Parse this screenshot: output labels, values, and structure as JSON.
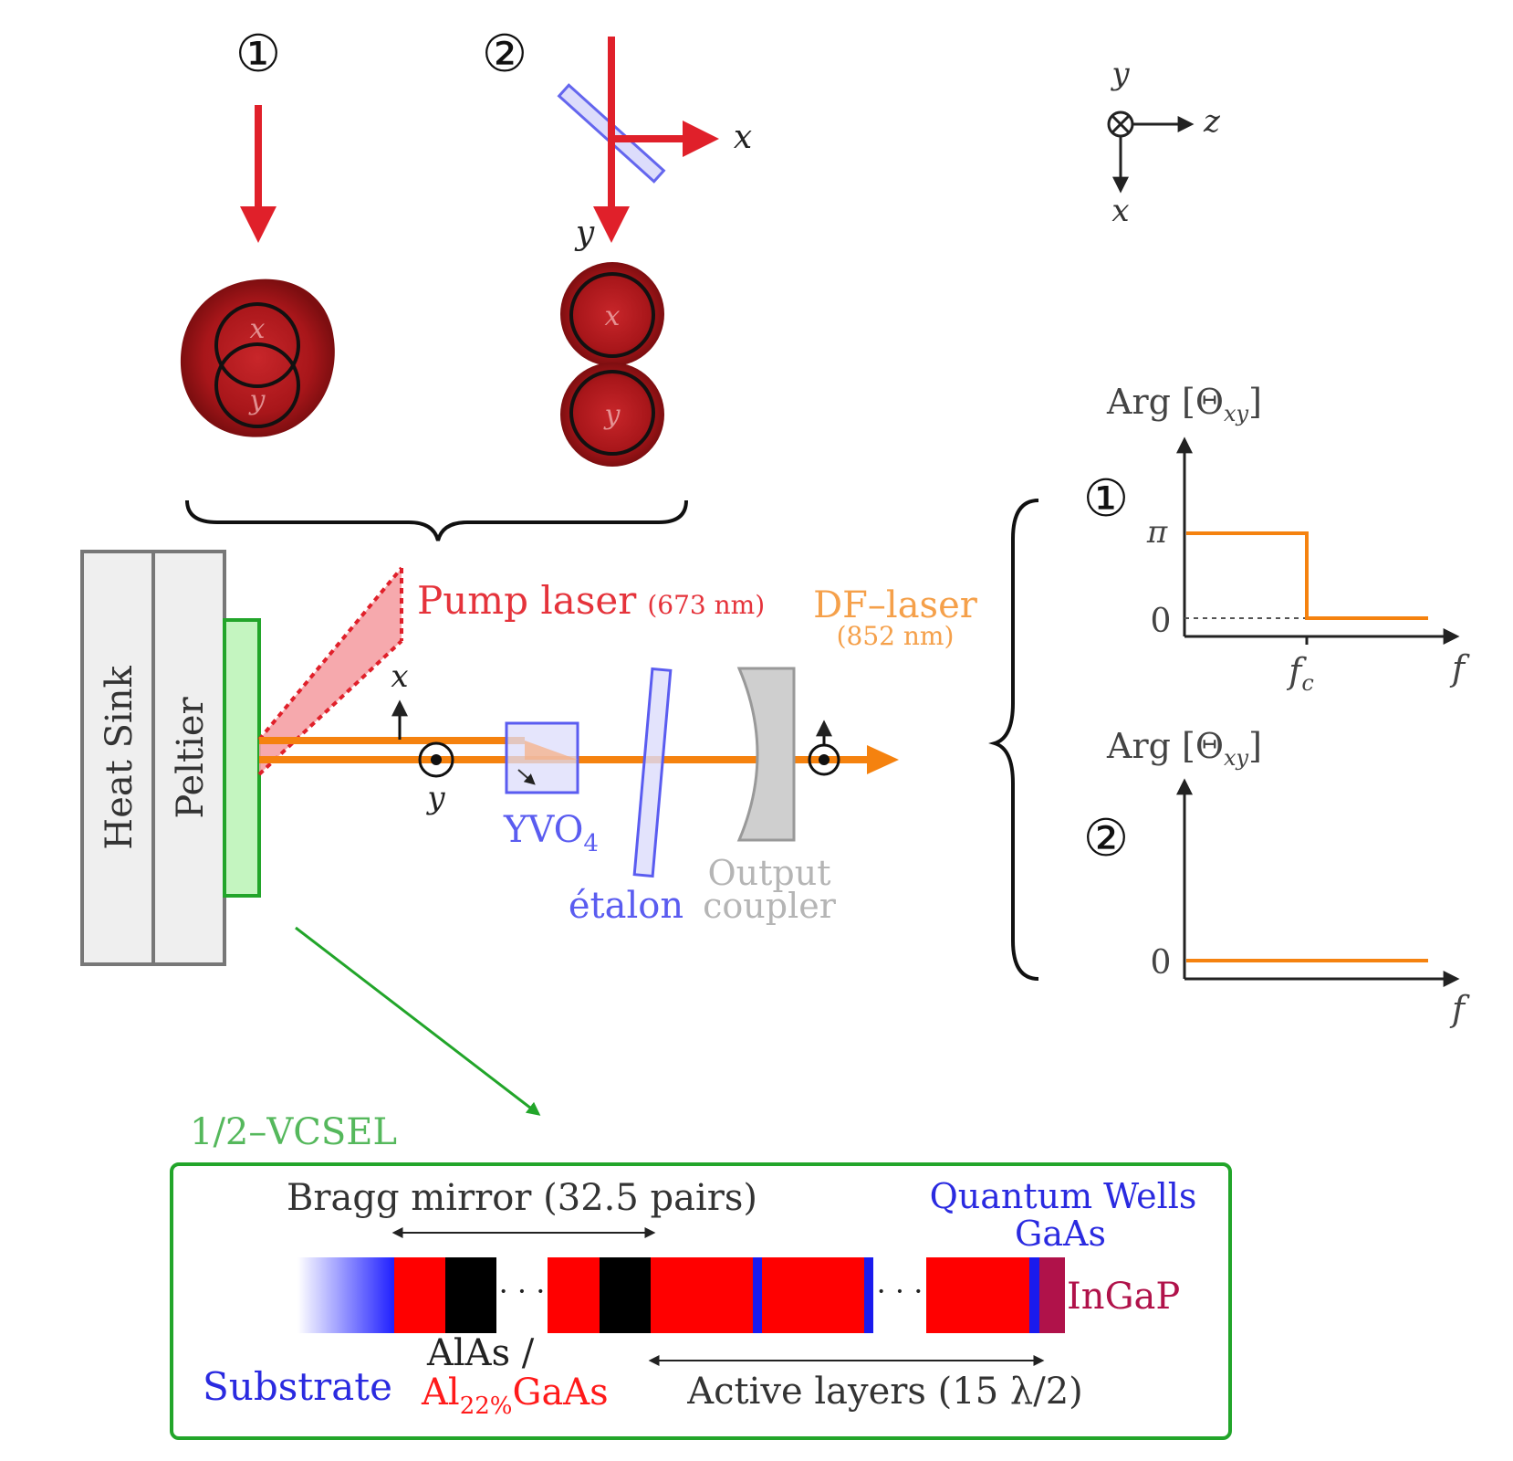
{
  "markers": {
    "circled_1": "①",
    "circled_2": "②"
  },
  "axes_triad": {
    "y": "y",
    "z": "z",
    "x": "x"
  },
  "beam_labels": {
    "setup2_x": "x",
    "setup2_y": "y",
    "spot_x": "x",
    "spot_y": "y"
  },
  "components": {
    "heat_sink": "Heat Sink",
    "peltier": "Peltier",
    "pump_laser": "Pump laser",
    "pump_wavelength": "(673 nm)",
    "df_laser": "DF–laser",
    "df_wavelength": "(852 nm)",
    "yvo4": "YVO",
    "yvo4_sub": "4",
    "etalon": "étalon",
    "output_coupler_line1": "Output",
    "output_coupler_line2": "coupler",
    "cavity_x": "x",
    "cavity_y": "y"
  },
  "phase_plots": {
    "plot1": {
      "ylabel_main": "Arg [Θ",
      "ylabel_sub": "xy",
      "ylabel_close": "]",
      "tick_pi": "π",
      "tick_zero": "0",
      "xtick_fc": "f",
      "xtick_fc_sub": "c",
      "xlabel": "f"
    },
    "plot2": {
      "ylabel_main": "Arg [Θ",
      "ylabel_sub": "xy",
      "ylabel_close": "]",
      "tick_zero": "0",
      "xlabel": "f"
    }
  },
  "vcsel": {
    "title": "1/2–VCSEL",
    "bragg": "Bragg mirror (32.5 pairs)",
    "qw_line1": "Quantum Wells",
    "qw_line2": "GaAs",
    "ingap": "InGaP",
    "substrate": "Substrate",
    "alas": "AlAs /",
    "algaas_main": "Al",
    "algaas_sub": "22%",
    "algaas_end": "GaAs",
    "active": "Active layers (15 λ/2)",
    "dots": "· · ·"
  },
  "colors": {
    "pump_red": "#e0202a",
    "laser_orange": "#f5820f",
    "vcsel_green": "#22a52a",
    "crystal_blue": "#5a5cf0",
    "qw_blue": "#1a1aee",
    "ingap_magenta": "#b0124a",
    "coupler_gray": "#a6a6a6"
  }
}
